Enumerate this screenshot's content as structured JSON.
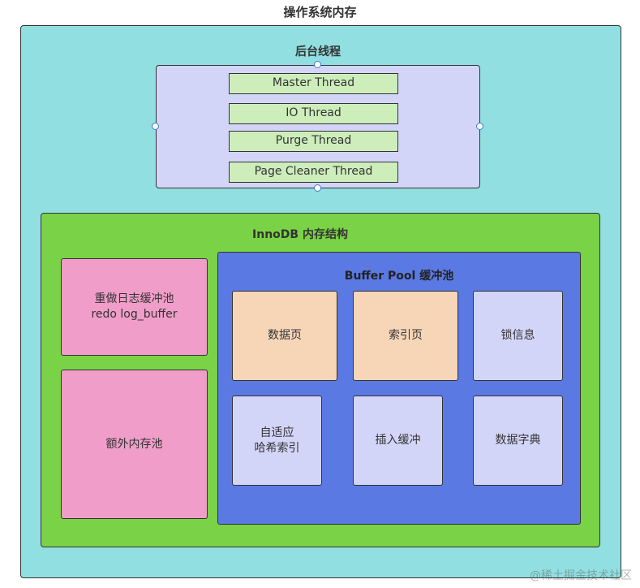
{
  "diagram": {
    "title": "操作系统内存",
    "background_threads": {
      "title": "后台线程",
      "threads": [
        "Master Thread",
        "IO Thread",
        "Purge Thread",
        "Page Cleaner Thread"
      ]
    },
    "innodb": {
      "title": "InnoDB 内存结构",
      "redo_log_buffer": {
        "line1": "重做日志缓冲池",
        "line2": "redo log_buffer"
      },
      "extra_memory_pool": "额外内存池",
      "buffer_pool": {
        "title": "Buffer Pool 缓冲池",
        "cells": {
          "data_page": "数据页",
          "index_page": "索引页",
          "lock_info": "锁信息",
          "adaptive_hash_line1": "自适应",
          "adaptive_hash_line2": "哈希索引",
          "insert_buffer": "插入缓冲",
          "data_dictionary": "数据字典"
        }
      }
    },
    "watermark": "@稀土掘金技术社区"
  },
  "colors": {
    "os_memory": "#91dfe1",
    "background_threads": "#d3d5f8",
    "thread_item": "#cdeebb",
    "innodb": "#7ad246",
    "pink_blocks": "#f09dc9",
    "buffer_pool": "#5a79e2",
    "page_cells": "#f7d6b8",
    "other_cells": "#d3d5f8"
  }
}
